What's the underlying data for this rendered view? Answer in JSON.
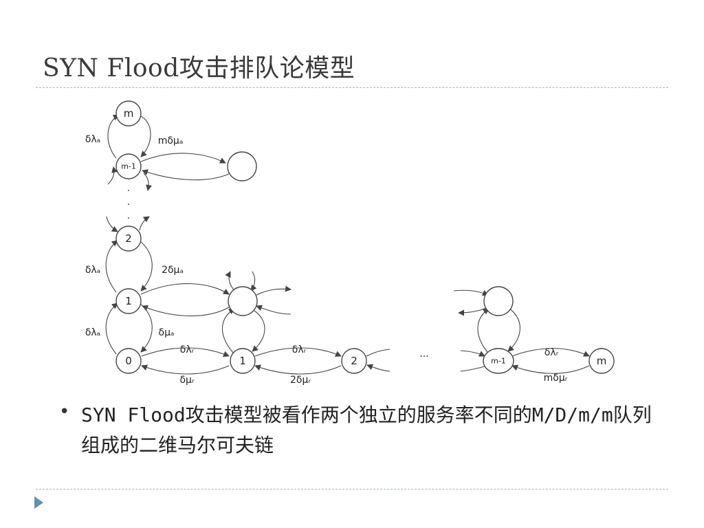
{
  "slide": {
    "title": "SYN Flood攻击排队论模型",
    "bullet": "SYN Flood攻击模型被看作两个独立的服务率不同的M/D/m/m队列组成的二维马尔可夫链"
  },
  "diagram": {
    "nodes": {
      "m_top": "m",
      "m1_top": "m-1",
      "two_left": "2",
      "one_left": "1",
      "zero": "0",
      "one_bottom": "1",
      "two_bottom": "2",
      "m1_bottom": "m-1",
      "m_right": "m"
    },
    "edge_labels": {
      "lambda_a": "δλₐ",
      "m_mu_a": "mδμₐ",
      "two_mu_a": "2δμₐ",
      "mu_a": "δμₐ",
      "lambda_r": "δλᵣ",
      "mu_r": "δμᵣ",
      "two_mu_r": "2δμᵣ",
      "m_mu_r": "mδμᵣ"
    },
    "vertical_ellipsis": ".",
    "horizontal_ellipsis": "···"
  },
  "colors": {
    "rule": "#9fb7c7",
    "nav_arrow": "#5f8fb5",
    "ink": "#444444"
  }
}
